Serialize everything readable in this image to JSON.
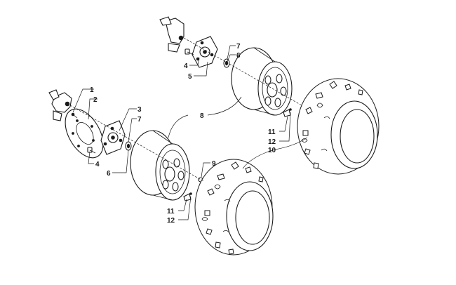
{
  "diagram": {
    "callouts": [
      {
        "id": "c1a",
        "text": "1"
      },
      {
        "id": "c2a",
        "text": "2"
      },
      {
        "id": "c3a",
        "text": "3"
      },
      {
        "id": "c7a",
        "text": "7"
      },
      {
        "id": "c4a",
        "text": "4"
      },
      {
        "id": "c6a",
        "text": "6"
      },
      {
        "id": "c7b",
        "text": "7"
      },
      {
        "id": "c6b",
        "text": "6"
      },
      {
        "id": "c4b",
        "text": "4"
      },
      {
        "id": "c5b",
        "text": "5"
      },
      {
        "id": "c8",
        "text": "8"
      },
      {
        "id": "c9",
        "text": "9"
      },
      {
        "id": "c11a",
        "text": "11"
      },
      {
        "id": "c12a",
        "text": "12"
      },
      {
        "id": "c11b",
        "text": "11"
      },
      {
        "id": "c12b",
        "text": "12"
      },
      {
        "id": "c10",
        "text": "10"
      }
    ],
    "colors": {
      "ink": "#1a1a1a",
      "paper": "#ffffff"
    }
  }
}
